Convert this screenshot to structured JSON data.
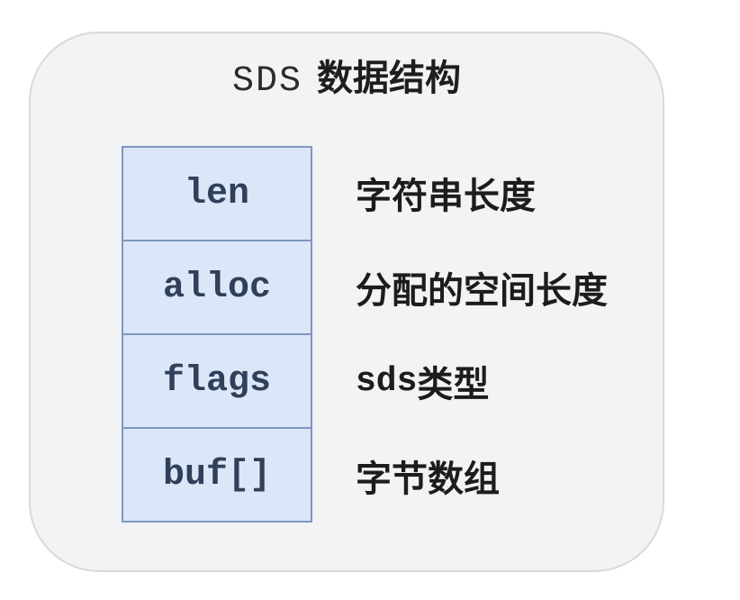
{
  "title": {
    "code": "SDS",
    "text": "数据结构"
  },
  "card": {
    "background_color": "#f2f3f4",
    "border_color": "#d9d9d9"
  },
  "struct": {
    "cell_background_color": "#dbe6f8",
    "cell_border_color": "#7f96c0",
    "cell_text_color": "#30405a",
    "rows": [
      {
        "field": "len",
        "desc_mono": "",
        "desc": "字符串长度"
      },
      {
        "field": "alloc",
        "desc_mono": "",
        "desc": "分配的空间长度"
      },
      {
        "field": "flags",
        "desc_mono": "sds",
        "desc": "类型"
      },
      {
        "field": "buf[]",
        "desc_mono": "",
        "desc": "字节数组"
      }
    ]
  }
}
